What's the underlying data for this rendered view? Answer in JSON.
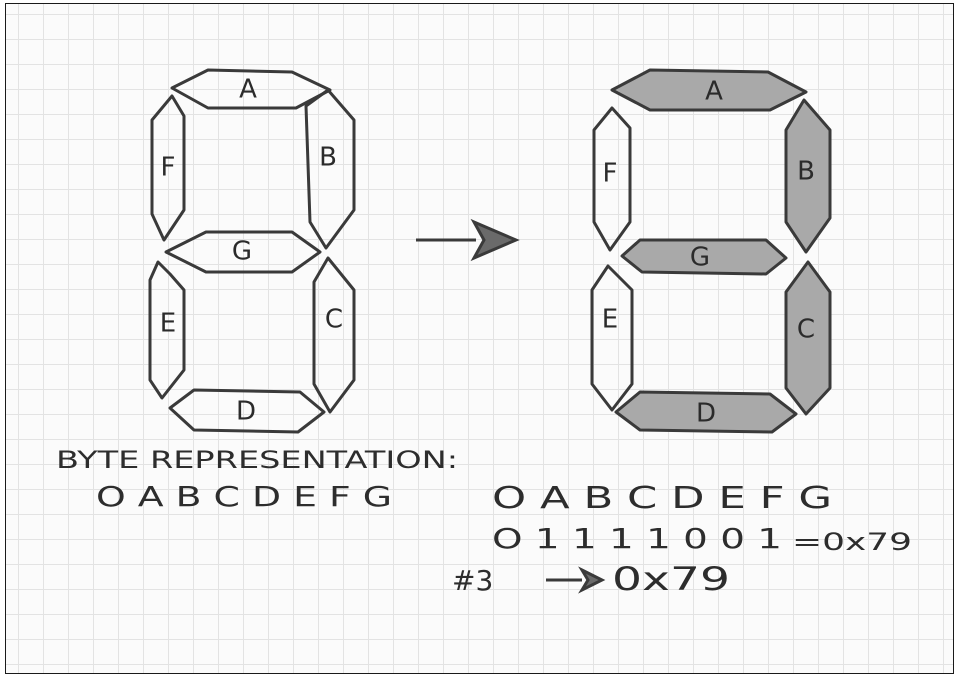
{
  "left_display": {
    "segments": [
      {
        "id": "A",
        "label": "A",
        "filled": false
      },
      {
        "id": "B",
        "label": "B",
        "filled": false
      },
      {
        "id": "C",
        "label": "C",
        "filled": false
      },
      {
        "id": "D",
        "label": "D",
        "filled": false
      },
      {
        "id": "E",
        "label": "E",
        "filled": false
      },
      {
        "id": "F",
        "label": "F",
        "filled": false
      },
      {
        "id": "G",
        "label": "G",
        "filled": false
      }
    ]
  },
  "right_display": {
    "segments": [
      {
        "id": "A",
        "label": "A",
        "filled": true
      },
      {
        "id": "B",
        "label": "B",
        "filled": true
      },
      {
        "id": "C",
        "label": "C",
        "filled": true
      },
      {
        "id": "D",
        "label": "D",
        "filled": true
      },
      {
        "id": "E",
        "label": "E",
        "filled": false
      },
      {
        "id": "F",
        "label": "F",
        "filled": false
      },
      {
        "id": "G",
        "label": "G",
        "filled": true
      }
    ]
  },
  "text": {
    "heading": "BYTE REPRESENTATION:",
    "left_bit_order": "O A B C D E F G",
    "right_bit_order": "O A B C D E F G",
    "bit_values": "O 1 1   1 1 0 0 1",
    "equals_hex": "=0x79",
    "mapping_label": "#3",
    "mapping_result": "0x79"
  },
  "colors": {
    "stroke": "#3a3a3a",
    "filled_segment": "#a9a9a9",
    "paper": "#fbfbfb",
    "grid": "#e3e3e3"
  }
}
